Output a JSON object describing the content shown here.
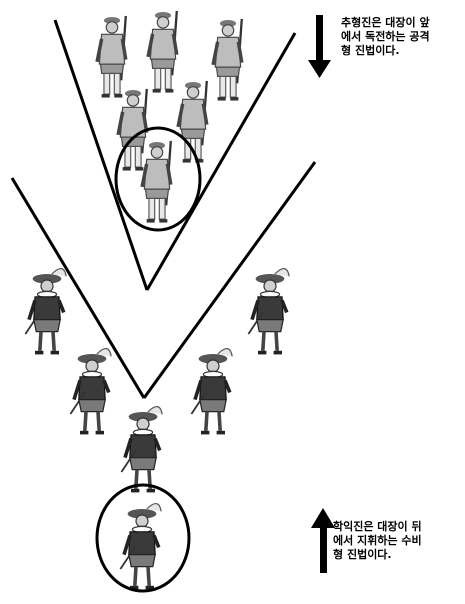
{
  "captions": {
    "crane_wing": "추형진은 대장이 앞\n에서 독전하는 공격\n형 진법이다.",
    "hexagonal": "학익진은 대장이 뒤\n에서 지휘하는 수비\n형 진법이다."
  },
  "formations": {
    "top_formation": {
      "soldier_count": 6,
      "commander_marked": true,
      "shape": "V pointing down"
    },
    "bottom_formation": {
      "soldier_count": 6,
      "commander_marked": true,
      "shape": "V pointing down, commander at rear"
    }
  },
  "colors": {
    "ink": "#000000",
    "background": "#ffffff",
    "figure_fill": "#d9d9d9"
  },
  "icons": {
    "top_arrow": "arrow-down-icon",
    "bottom_arrow": "arrow-up-icon"
  }
}
